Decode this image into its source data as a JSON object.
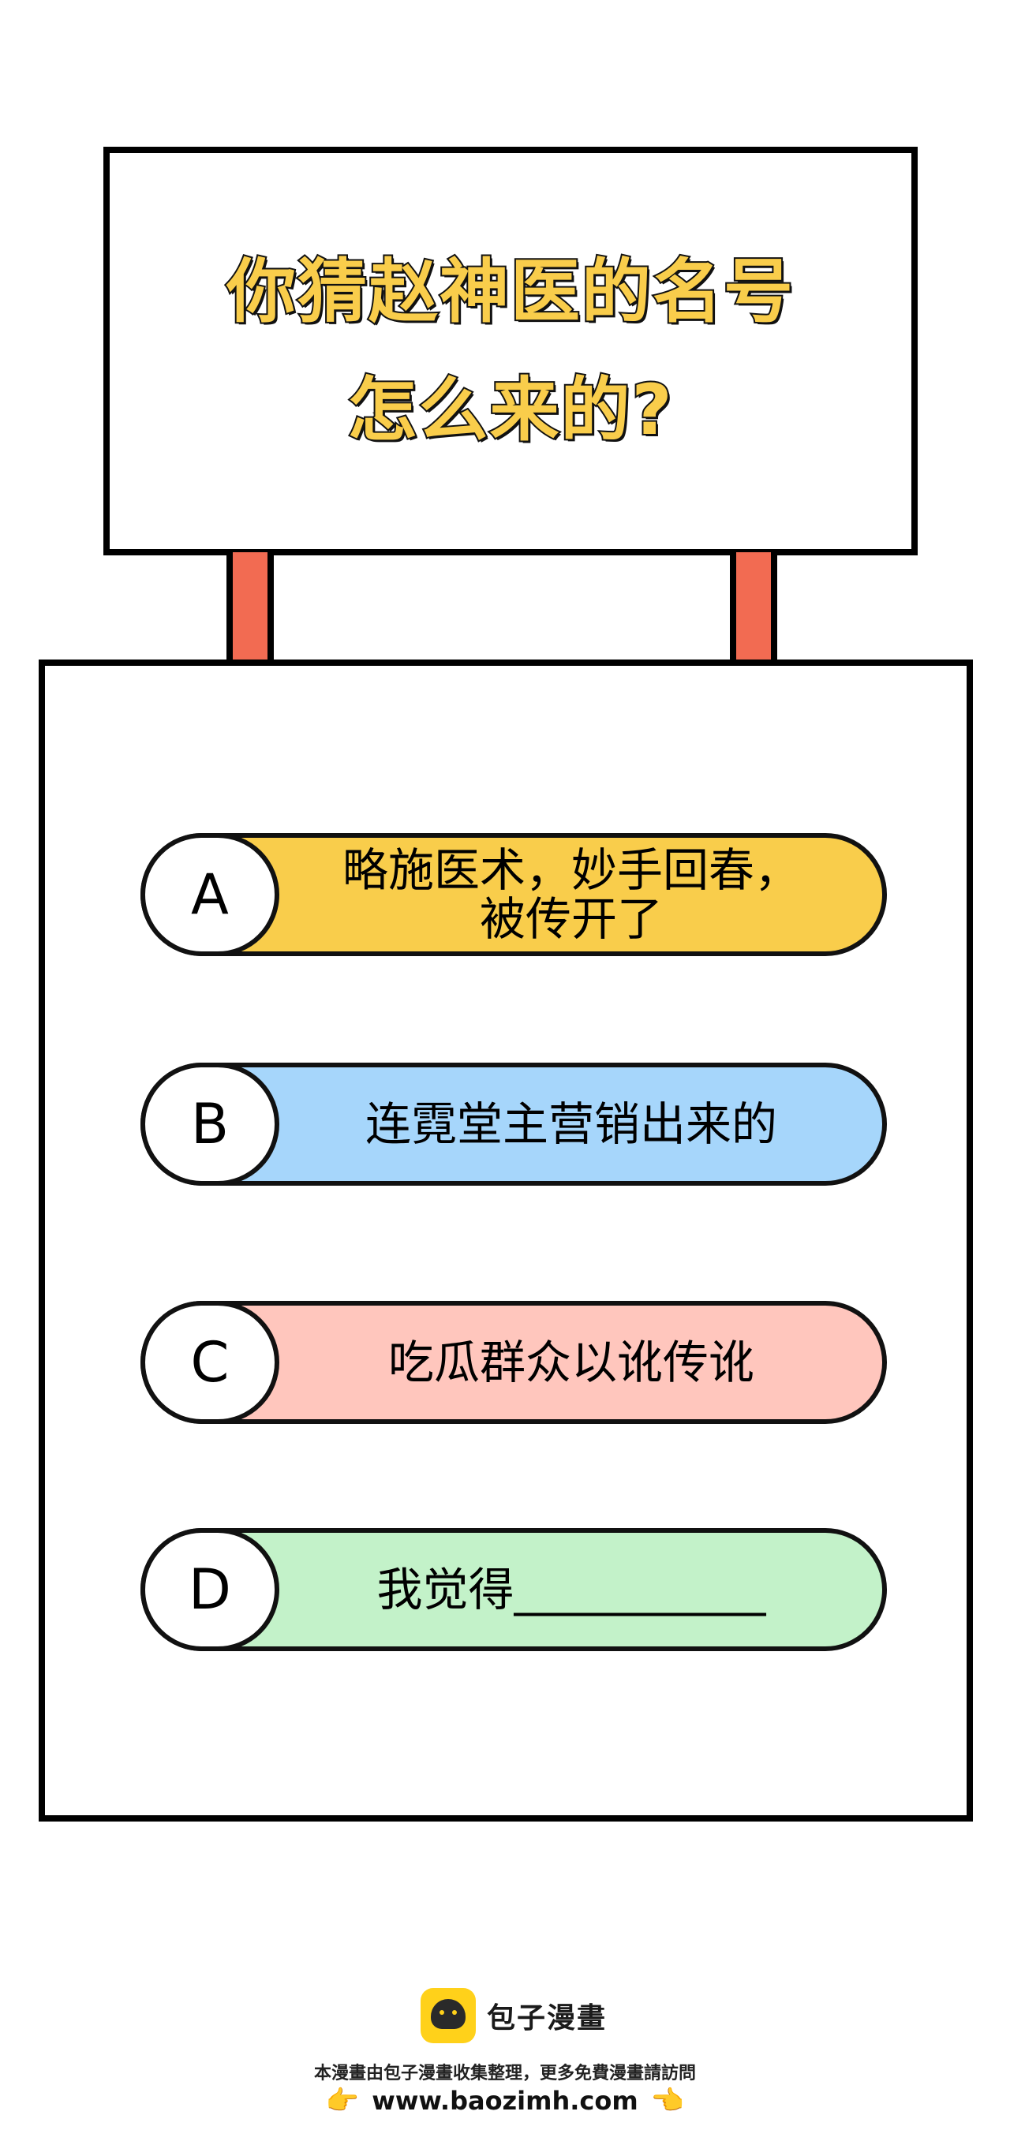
{
  "title": {
    "line1": "你猜赵神医的名号",
    "line2": "怎么来的?",
    "color": "#f9cd4b"
  },
  "posts_color": "#f26b52",
  "options": [
    {
      "letter": "A",
      "text": "略施医术，妙手回春，\n被传开了",
      "fill": "#f9cd4b"
    },
    {
      "letter": "B",
      "text": "连霓堂主营销出来的",
      "fill": "#a6d6fb"
    },
    {
      "letter": "C",
      "text": "吃瓜群众以讹传讹",
      "fill": "#ffc6bd"
    },
    {
      "letter": "D",
      "text": "我觉得___________",
      "fill": "#c3f2c9"
    }
  ],
  "footer": {
    "brand_name": "包子漫畫",
    "note": "本漫畫由包子漫畫收集整理，更多免費漫畫請訪問",
    "url": "www.baozimh.com",
    "left_icon": "pointing-right-hand-icon",
    "right_icon": "pointing-left-hand-icon",
    "hand_left_glyph": "👉",
    "hand_right_glyph": "👈",
    "logo_color": "#ffd11a"
  }
}
